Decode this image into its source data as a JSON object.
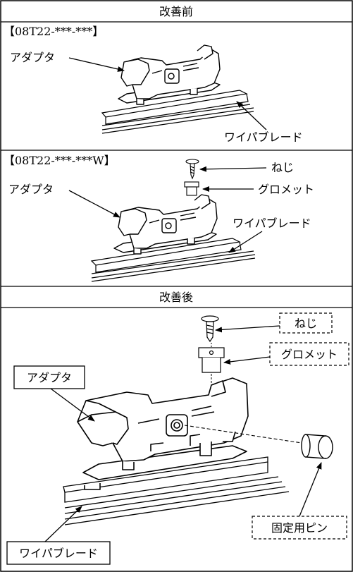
{
  "sections": {
    "before": "改善前",
    "after": "改善後"
  },
  "panel1": {
    "part_number": "【08T22-***-***】",
    "adapter": "アダプタ",
    "blade": "ワイパブレード"
  },
  "panel2": {
    "part_number": "【08T22-***-***W】",
    "adapter": "アダプタ",
    "screw": "ねじ",
    "grommet": "グロメット",
    "blade": "ワイパブレード"
  },
  "panel3": {
    "screw": "ねじ",
    "grommet": "グロメット",
    "adapter": "アダプタ",
    "blade": "ワイパブレード",
    "pin": "固定用ピン"
  }
}
